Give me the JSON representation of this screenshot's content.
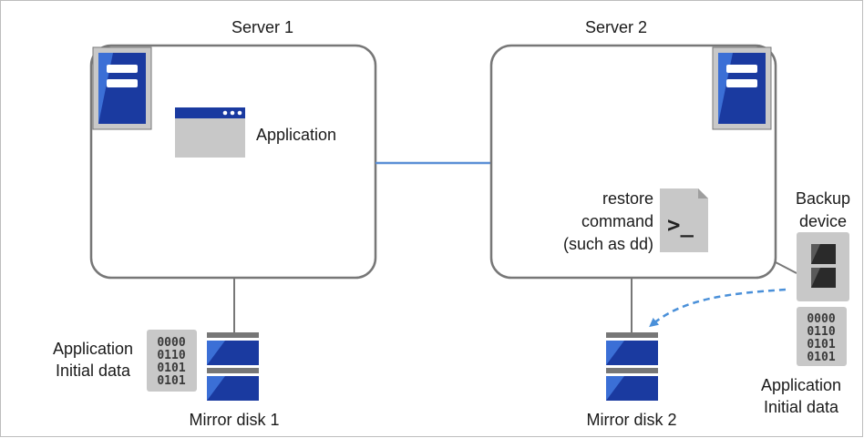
{
  "server1": {
    "label": "Server 1",
    "app_label": "Application"
  },
  "server2": {
    "label": "Server 2",
    "restore_line1": "restore",
    "restore_line2": "command",
    "restore_line3": "(such as dd)",
    "terminal_prompt": ">_"
  },
  "backup": {
    "label_line1": "Backup",
    "label_line2": "device"
  },
  "mirror1": {
    "label": "Mirror disk 1"
  },
  "mirror2": {
    "label": "Mirror disk 2"
  },
  "initial_data_left": {
    "line1": "Application",
    "line2": "Initial data"
  },
  "initial_data_right": {
    "line1": "Application",
    "line2": "Initial data"
  },
  "binary_rows": [
    "0000",
    "0110",
    "0101",
    "0101"
  ],
  "colors": {
    "server_border": "#777777",
    "blue_dark": "#1a3aa0",
    "blue_light": "#3b6fd6",
    "gray_panel": "#c8c8c8",
    "network_line": "#5b8fd6",
    "dashed_arrow": "#4a90d9"
  }
}
